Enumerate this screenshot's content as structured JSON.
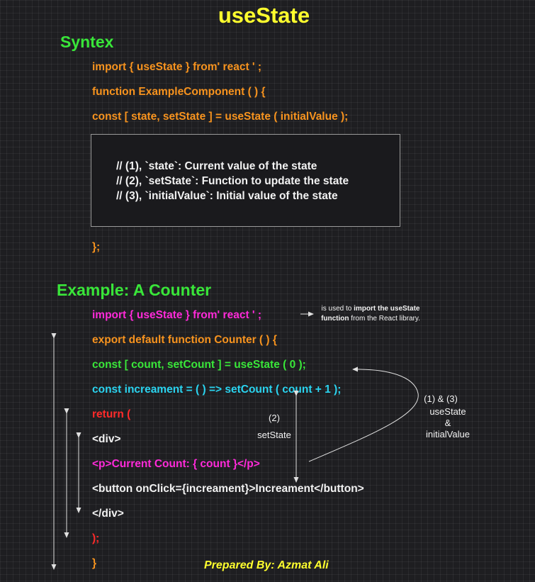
{
  "title": "useState",
  "syntax": {
    "heading": "Syntex",
    "line_import": "import { useState } from' react ' ;",
    "line_function": "function  ExampleComponent ( ) {",
    "line_const": "const  [ state, setState ]  =  useState ( initialValue );",
    "comments": [
      "// (1), `state`: Current value of the state",
      "// (2), `setState`: Function to update the state",
      "// (3), `initialValue`: Initial value of the state"
    ],
    "line_close": "};"
  },
  "example": {
    "heading": "Example: A Counter",
    "lines": {
      "import": "import { useState } from' react ' ;",
      "export": "export  default  function  Counter ( ) {",
      "const": "const  [ count, setCount ]  =  useState ( 0 );",
      "increment": "const increament =  ( ) => setCount ( count  + 1 );",
      "return": "return (",
      "div_open": "<div>",
      "p": "<p>Current Count: { count }</p>",
      "button": "<button onClick={increament}>Increament</button>",
      "div_close": "</div>",
      "paren_close": ");",
      "brace_close": "}"
    },
    "import_note": {
      "prefix": "is used to ",
      "bold1": "import the useState",
      "bold2": "function",
      "suffix": " from the React library."
    },
    "label_setstate_num": "(2)",
    "label_setstate": "setState",
    "label_right_num": "(1) & (3)",
    "label_right_use": "useState",
    "label_right_amp": "&",
    "label_right_init": "initialValue"
  },
  "footer": "Prepared By: Azmat Ali",
  "colors": {
    "title": "#ffff2e",
    "heading": "#39e639",
    "orange": "#f7931e",
    "cyan": "#2ad4f0",
    "red": "#ff2a2a",
    "pink": "#ff2ad9",
    "white": "#f2f2f2"
  }
}
